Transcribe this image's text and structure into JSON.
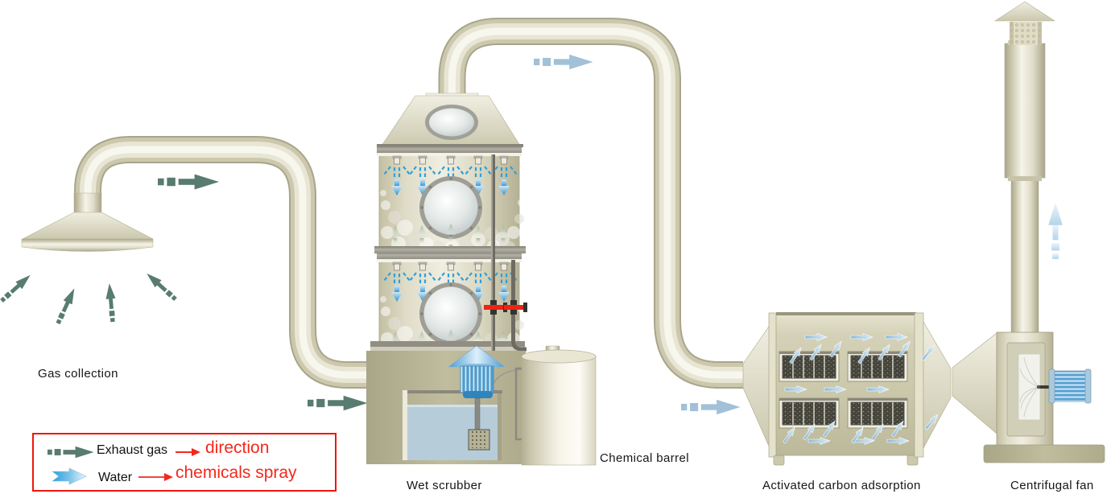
{
  "labels": {
    "gas_collection": "Gas collection",
    "wet_scrubber": "Wet scrubber",
    "chemical_barrel": "Chemical barrel",
    "activated_carbon": "Activated carbon adsorption",
    "centrifugal_fan": "Centrifugal fan"
  },
  "legend": {
    "exhaust": {
      "label": "Exhaust gas",
      "arrow": "→",
      "description": "direction"
    },
    "water": {
      "label": "Water",
      "arrow": "→",
      "description": "chemicals spray"
    }
  },
  "colors": {
    "exhaust_arrow": "#587c6f",
    "water_spray": "#2da0d8",
    "flow_arrow_light": "#a2c1d8",
    "legend_border": "#f2150a",
    "legend_red_text": "#f5281b",
    "equipment_beige": "#dedbc6",
    "equipment_olive": "#b3af91",
    "carbon_panel": "#44443b",
    "water_fill": "#b7ccd9",
    "motor_blue": "#4f9ccb"
  }
}
